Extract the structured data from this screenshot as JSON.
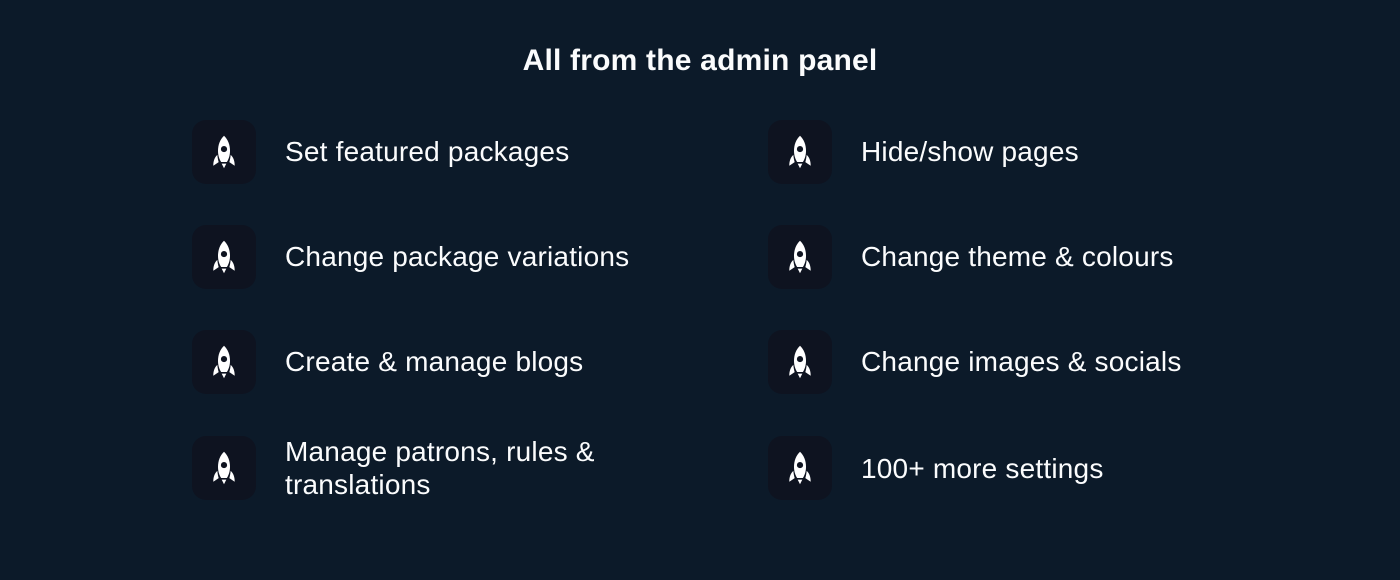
{
  "page": {
    "background_color": "#0c1a29",
    "icon_tile_color": "#0e1320",
    "text_color": "#fbfcfd",
    "heading": "All from the admin panel"
  },
  "features": {
    "icon": "rocket-icon",
    "columns": [
      {
        "items": [
          {
            "label": "Set featured packages"
          },
          {
            "label": "Change package variations"
          },
          {
            "label": "Create & manage blogs"
          },
          {
            "label": "Manage patrons, rules &\ntranslations"
          }
        ]
      },
      {
        "items": [
          {
            "label": "Hide/show pages"
          },
          {
            "label": "Change theme & colours"
          },
          {
            "label": "Change images & socials"
          },
          {
            "label": "100+ more settings"
          }
        ]
      }
    ]
  }
}
